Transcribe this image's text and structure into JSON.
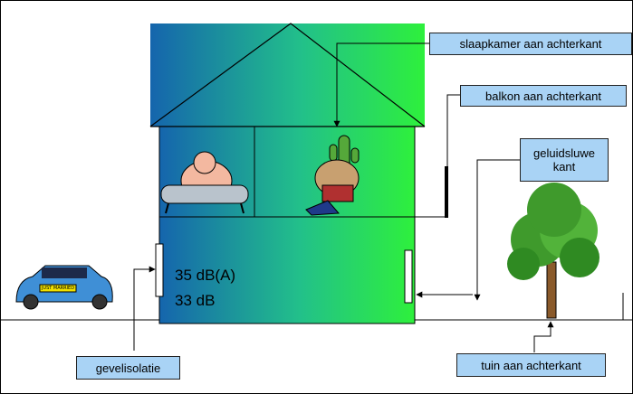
{
  "labels": {
    "bedroom": "slaapkamer aan achterkant",
    "balcony": "balkon aan achterkant",
    "quiet_side": "geluidsluwe kant",
    "facade": "gevelisolatie",
    "garden": "tuin aan achterkant"
  },
  "readings": {
    "dba": "35 dB(A)",
    "db": "33 dB"
  },
  "car_plate": "JUST MARRIED",
  "colors": {
    "house_gradient_start": "#1565ad",
    "house_gradient_end": "#2ef03c",
    "callout_fill": "#a9d3f5",
    "tree_green": "#3f9a2c"
  }
}
